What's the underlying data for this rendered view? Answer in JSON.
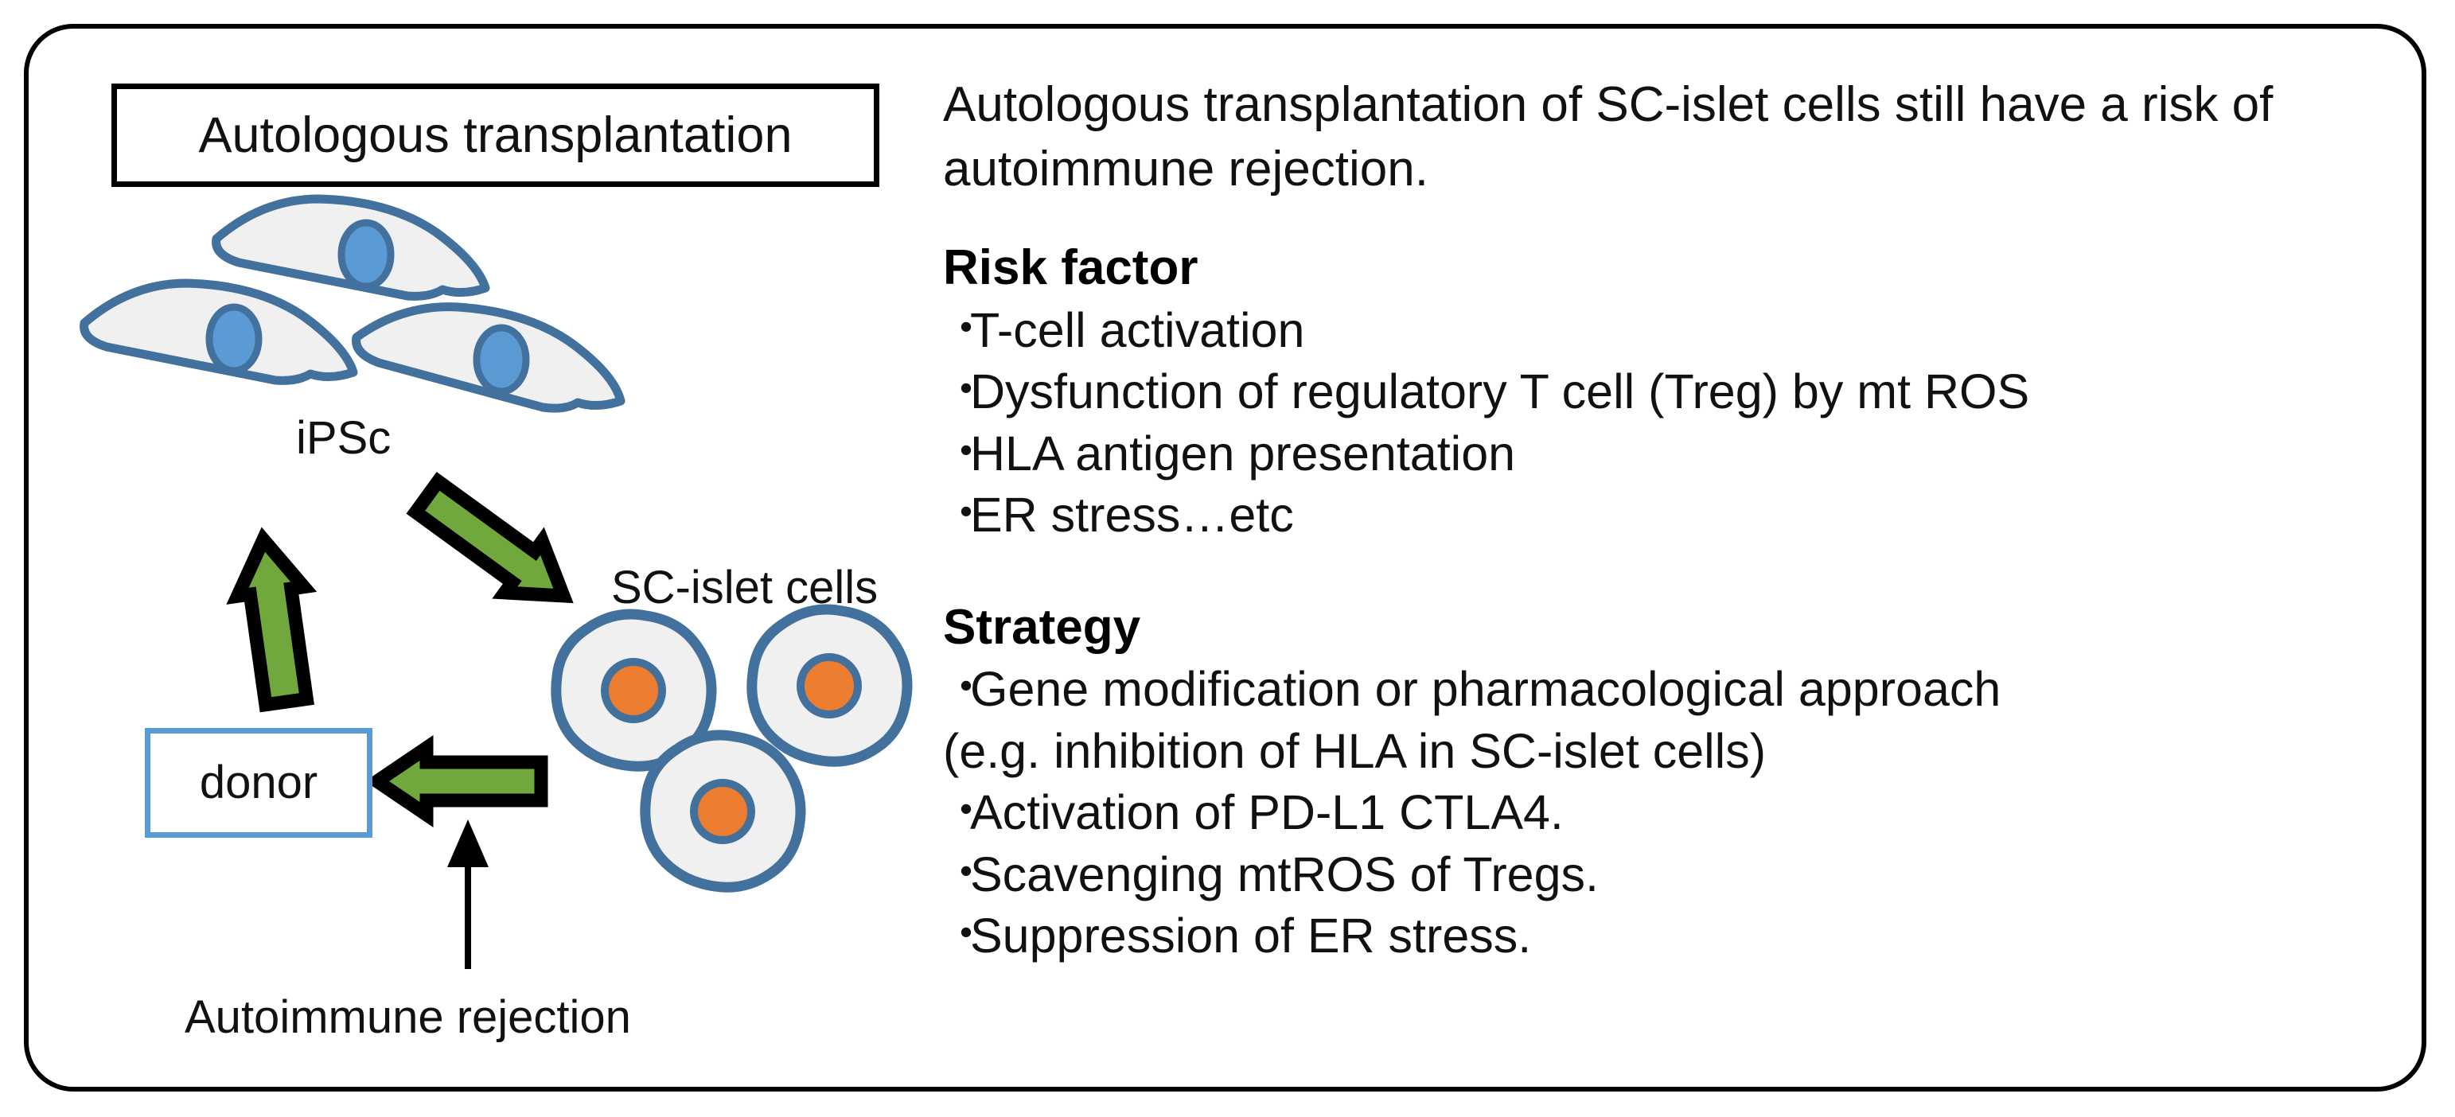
{
  "figure": {
    "frame": {
      "border_color": "#000000"
    },
    "palette": {
      "cell_outline_blue": "#41719C",
      "cell_fill_grey": "#F0F0F0",
      "ipsc_nucleus_blue": "#5B9BD5",
      "islet_nucleus_orange": "#ED7D31",
      "arrow_green": "#70A83E",
      "arrow_outline_black": "#000000",
      "donor_box_blue": "#5B9BD5",
      "text_black": "#111111"
    }
  },
  "left_panel": {
    "title_box": {
      "label": "Autologous transplantation"
    },
    "donor_box": {
      "label": "donor"
    },
    "labels": {
      "ipsc": "iPSc",
      "sc_islet": "SC-islet cells",
      "autoimmune": "Autoimmune rejection"
    },
    "icons": {
      "ipsc_cell": "ipsc-cell-icon",
      "islet_cell": "sc-islet-cell-icon",
      "arrow_diagonal": "green-arrow-down-right-icon",
      "arrow_up": "green-arrow-up-icon",
      "arrow_left": "green-arrow-left-icon",
      "arrow_thin_up": "black-arrow-up-icon"
    },
    "counts": {
      "ipsc_cells": 3,
      "sc_islet_cells": 3,
      "green_arrows": 3
    }
  },
  "right_panel": {
    "intro": "Autologous transplantation of SC-islet cells still have a risk of autoimmune rejection.",
    "risk_factor": {
      "heading": "Risk factor",
      "bullet_char": "・",
      "items": [
        "T-cell activation",
        "Dysfunction of regulatory T cell (Treg) by mt ROS",
        "HLA antigen presentation",
        "ER stress…etc"
      ]
    },
    "strategy": {
      "heading": "Strategy",
      "bullet_char": "・",
      "items": [
        {
          "text": "Gene modification or pharmacological approach",
          "bulleted": true
        },
        {
          "text": "(e.g. inhibition of HLA in SC-islet cells)",
          "bulleted": false
        },
        {
          "text": "Activation of PD-L1 CTLA4.",
          "bulleted": true
        },
        {
          "text": "Scavenging mtROS of Tregs.",
          "bulleted": true
        },
        {
          "text": "Suppression of ER stress.",
          "bulleted": true
        }
      ]
    }
  }
}
